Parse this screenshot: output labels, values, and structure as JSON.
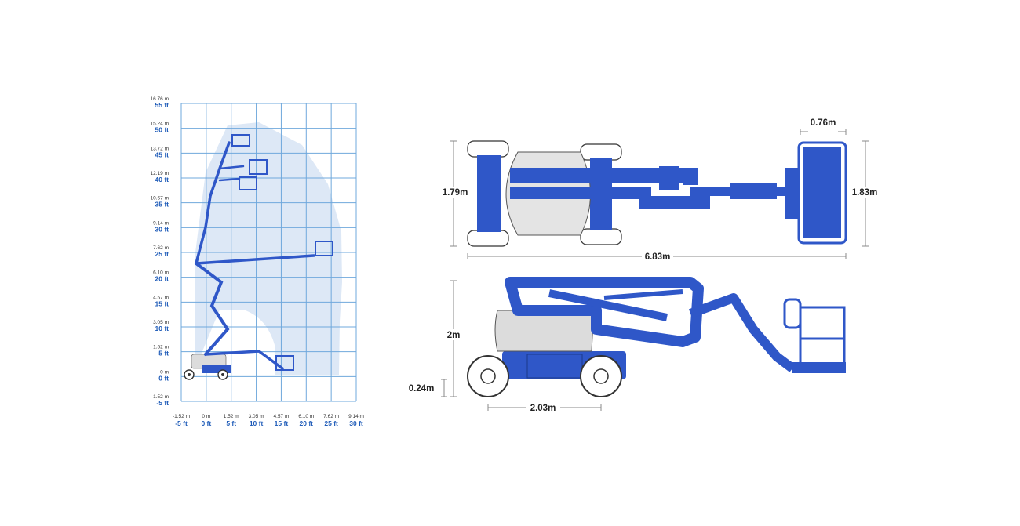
{
  "colors": {
    "machine_blue": "#2f57c8",
    "machine_gray": "#dcdcdc",
    "grid_line": "#6fa8dc",
    "envelope_fill": "#dde8f6",
    "label_blue": "#1e5bb8"
  },
  "range_chart": {
    "y_ticks": [
      {
        "m": "16.76 m",
        "ft": "55 ft"
      },
      {
        "m": "15.24 m",
        "ft": "50 ft"
      },
      {
        "m": "13.72 m",
        "ft": "45 ft"
      },
      {
        "m": "12.19 m",
        "ft": "40 ft"
      },
      {
        "m": "10.67 m",
        "ft": "35 ft"
      },
      {
        "m": "9.14 m",
        "ft": "30 ft"
      },
      {
        "m": "7.62 m",
        "ft": "25 ft"
      },
      {
        "m": "6.10 m",
        "ft": "20 ft"
      },
      {
        "m": "4.57 m",
        "ft": "15 ft"
      },
      {
        "m": "3.05 m",
        "ft": "10 ft"
      },
      {
        "m": "1.52 m",
        "ft": "5 ft"
      },
      {
        "m": "0 m",
        "ft": "0 ft"
      },
      {
        "m": "-1.52 m",
        "ft": "-5 ft"
      }
    ],
    "x_ticks": [
      {
        "m": "-1.52 m",
        "ft": "-5 ft"
      },
      {
        "m": "0 m",
        "ft": "0 ft"
      },
      {
        "m": "1.52 m",
        "ft": "5 ft"
      },
      {
        "m": "3.05 m",
        "ft": "10 ft"
      },
      {
        "m": "4.57 m",
        "ft": "15 ft"
      },
      {
        "m": "6.10 m",
        "ft": "20 ft"
      },
      {
        "m": "7.62 m",
        "ft": "25 ft"
      },
      {
        "m": "9.14 m",
        "ft": "30 ft"
      }
    ]
  },
  "dimensions": {
    "platform_depth": "0.76m",
    "machine_width": "1.79m",
    "platform_width": "1.83m",
    "stowed_length": "6.83m",
    "stowed_height": "2m",
    "ground_clearance": "0.24m",
    "wheelbase": "2.03m"
  }
}
